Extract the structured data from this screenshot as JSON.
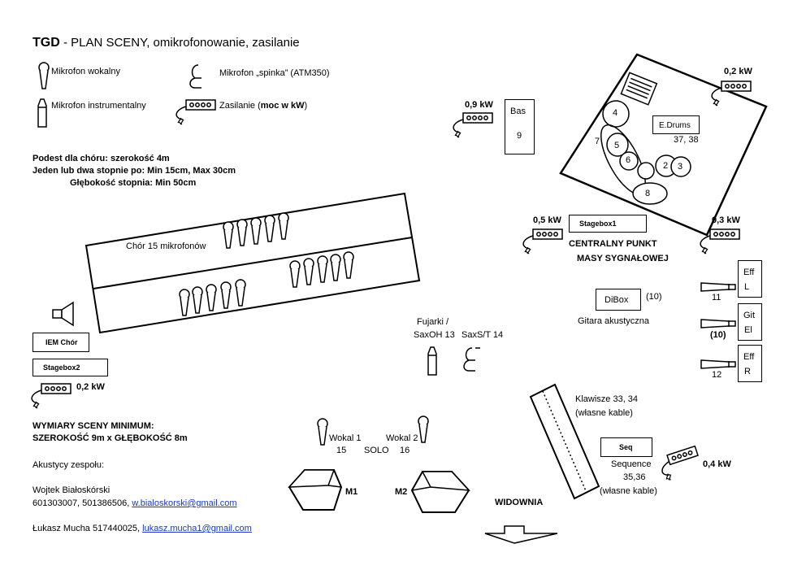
{
  "header": {
    "title_bold": "TGD",
    "title_rest": " - PLAN SCENY, omikrofonowanie, zasilanie"
  },
  "legend": {
    "vocal_mic": "Mikrofon wokalny",
    "instrument_mic": "Mikrofon instrumentalny",
    "clip_mic": "Mikrofon „spinka” (ATM350)",
    "power_prefix": "Zasilanie (",
    "power_bold": "moc w kW",
    "power_suffix": ")"
  },
  "choir_notes": {
    "line1": "Podest dla chóru: szerokość 4m",
    "line2": "Jeden lub dwa stopnie po: Min 15cm, Max 30cm",
    "line3": "Głębokość stopnia: Min 50cm"
  },
  "choir": {
    "label": "Chór 15 mikrofonów"
  },
  "power": {
    "bass": "0,9 kW",
    "drums": "0,2 kW",
    "center": "0,5 kW",
    "right": "0,3 kW",
    "stagebox2": "0,2 kW",
    "keys": "0,4 kW"
  },
  "bass": {
    "label": "Bas",
    "number": "9"
  },
  "drums": {
    "pieces": [
      "4",
      "7",
      "5",
      "6",
      "2",
      "3",
      "8"
    ],
    "edrums_label": "E.Drums",
    "edrums_numbers": "37, 38"
  },
  "stagebox1": {
    "label": "Stagebox1",
    "note_line1": "CENTRALNY PUNKT",
    "note_line2": "MASY SYGNAŁOWEJ"
  },
  "dibox": {
    "label": "DiBox",
    "number": "(10)",
    "caption": "Gitara akustyczna"
  },
  "amps": [
    {
      "line1": "Eff",
      "line2": "L",
      "mic_number": "11"
    },
    {
      "line1": "Git",
      "line2": "El",
      "mic_number": "(10)"
    },
    {
      "line1": "Eff",
      "line2": "R",
      "mic_number": "12"
    }
  ],
  "iem": {
    "label": "IEM Chór"
  },
  "stagebox2": {
    "label": "Stagebox2"
  },
  "winds": {
    "flute_line1": "Fujarki /",
    "flute_line2": "SaxOH 13",
    "sax_label": "SaxS/T 14"
  },
  "keys": {
    "line1": "Klawisze 33, 34",
    "line2": "(własne kable)"
  },
  "seq": {
    "label": "Seq",
    "line1": "Sequence",
    "line2": "35,36",
    "line3": "(własne kable)"
  },
  "dimensions": {
    "line1": "WYMIARY SCENY MINIMUM:",
    "line2": "SZEROKOŚĆ 9m x GŁĘBOKOŚĆ 8m"
  },
  "vocals": {
    "v1_label": "Wokal 1",
    "v1_num": "15",
    "v2_label": "Wokal 2",
    "v2_num": "16",
    "solo": "SOLO"
  },
  "monitors": {
    "m1": "M1",
    "m2": "M2"
  },
  "audience": "WIDOWNIA",
  "contacts": {
    "heading": "Akustycy zespołu:",
    "c1_name": "Wojtek Białoskórski",
    "c1_phones": "601303007, 501386506, ",
    "c1_email": "w.bialoskorski@gmail.com",
    "c2_line": "Łukasz Mucha  517440025, ",
    "c2_email": "lukasz.mucha1@gmail.com"
  }
}
